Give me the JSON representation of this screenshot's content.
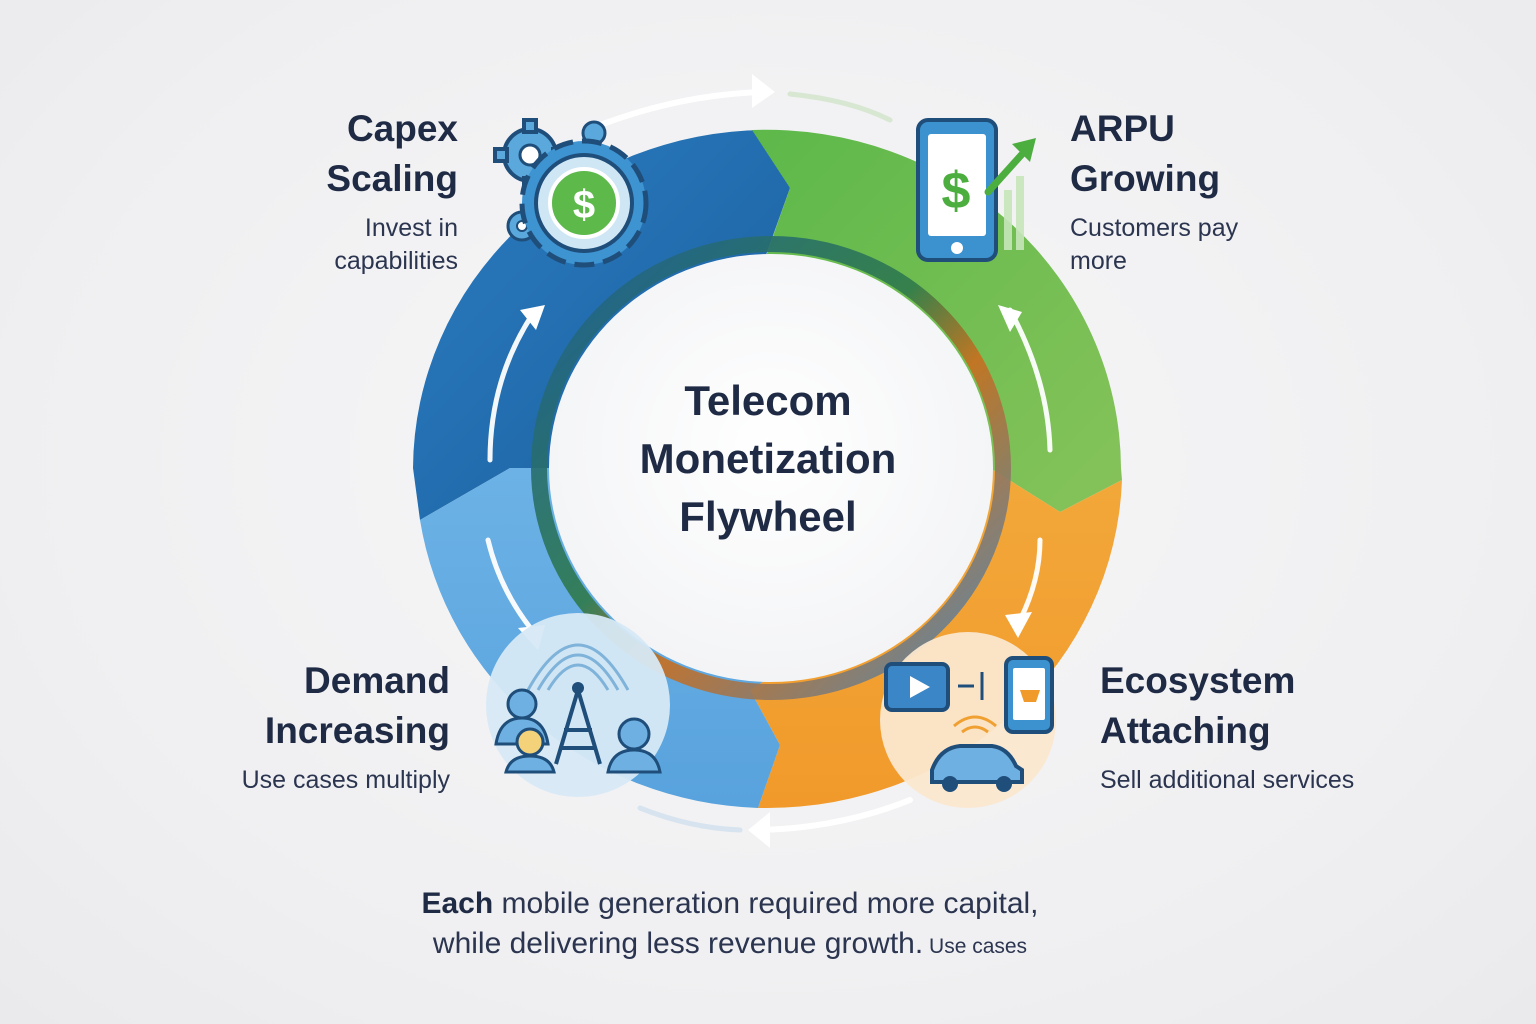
{
  "center": {
    "title_lines": [
      "Telecom",
      "Monetization",
      "Flywheel"
    ]
  },
  "stages": {
    "capex": {
      "title_line1": "Capex",
      "title_line2": "Scaling",
      "desc_line1": "Invest in",
      "desc_line2": "capabilities",
      "color": "#1f6fb2",
      "icon": "gears-dollar-icon"
    },
    "arpu": {
      "title_line1": "ARPU",
      "title_line2": "Growing",
      "desc_line1": "Customers pay",
      "desc_line2": "more",
      "color": "#6cbf4b",
      "icon": "phone-dollar-growth-icon"
    },
    "ecosystem": {
      "title_line1": "Ecosystem",
      "title_line2": "Attaching",
      "desc": "Sell additional services",
      "color": "#f0a030",
      "icon": "ecosystem-services-icon"
    },
    "demand": {
      "title_line1": "Demand",
      "title_line2": "Increasing",
      "desc": "Use cases multiply",
      "color": "#5fa8e0",
      "icon": "tower-users-icon"
    }
  },
  "footer": {
    "bold": "Each",
    "line1_rest": " mobile generation required more capital,",
    "line2": "while delivering less revenue growth.",
    "small": " Use cases"
  },
  "icons": {
    "dollar": "$"
  }
}
